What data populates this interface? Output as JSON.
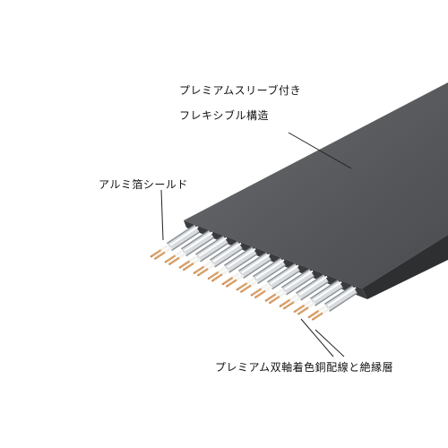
{
  "labels": {
    "sleeve_line1": "プレミアムスリーブ付き",
    "sleeve_line2": "フレキシブル構造",
    "foil": "アルミ箔シールド",
    "wire": "プレミアム双軸着色銅配線と絶縁層"
  },
  "wire_pairs": 12,
  "colors": {
    "jacket_top": "#57595c",
    "jacket_side": "#2e2f31",
    "shield": "#d8dcdf",
    "copper": "#c8874a",
    "inner_insulation": "#f2f2ef"
  }
}
